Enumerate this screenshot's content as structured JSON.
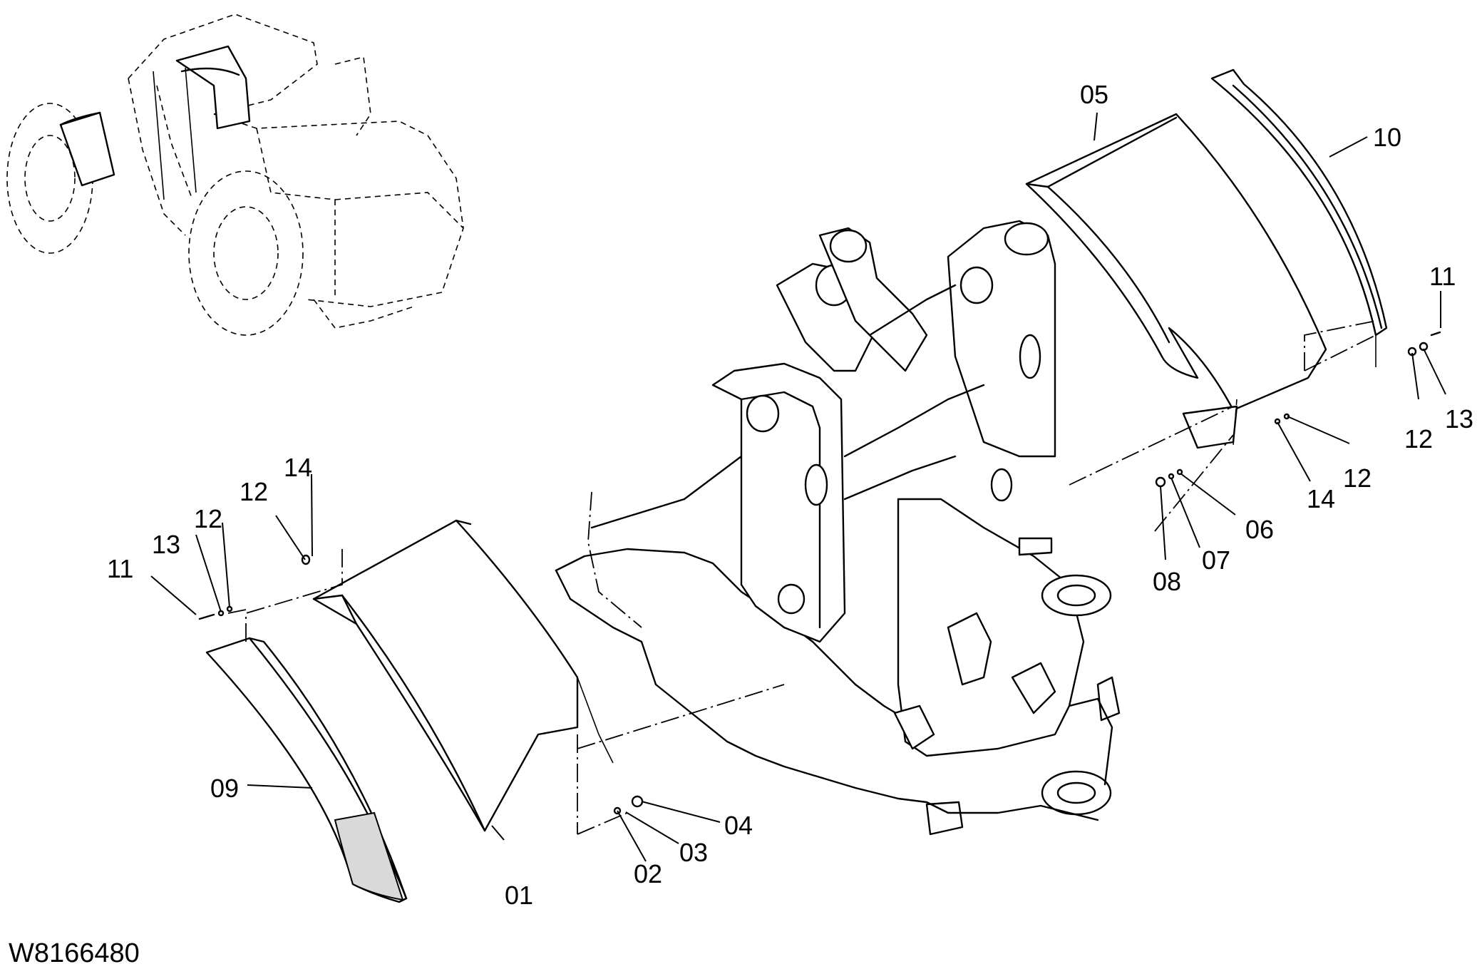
{
  "drawing": {
    "id": "W8166480",
    "callouts": [
      {
        "key": "c01",
        "text": "01"
      },
      {
        "key": "c02",
        "text": "02"
      },
      {
        "key": "c03",
        "text": "03"
      },
      {
        "key": "c04",
        "text": "04"
      },
      {
        "key": "c05",
        "text": "05"
      },
      {
        "key": "c06",
        "text": "06"
      },
      {
        "key": "c07",
        "text": "07"
      },
      {
        "key": "c08",
        "text": "08"
      },
      {
        "key": "c09",
        "text": "09"
      },
      {
        "key": "c10",
        "text": "10"
      },
      {
        "key": "c11a",
        "text": "11"
      },
      {
        "key": "c11b",
        "text": "11"
      },
      {
        "key": "c12a",
        "text": "12"
      },
      {
        "key": "c12b",
        "text": "12"
      },
      {
        "key": "c12c",
        "text": "12"
      },
      {
        "key": "c12d",
        "text": "12"
      },
      {
        "key": "c13a",
        "text": "13"
      },
      {
        "key": "c13b",
        "text": "13"
      },
      {
        "key": "c14a",
        "text": "14"
      },
      {
        "key": "c14b",
        "text": "14"
      }
    ]
  }
}
